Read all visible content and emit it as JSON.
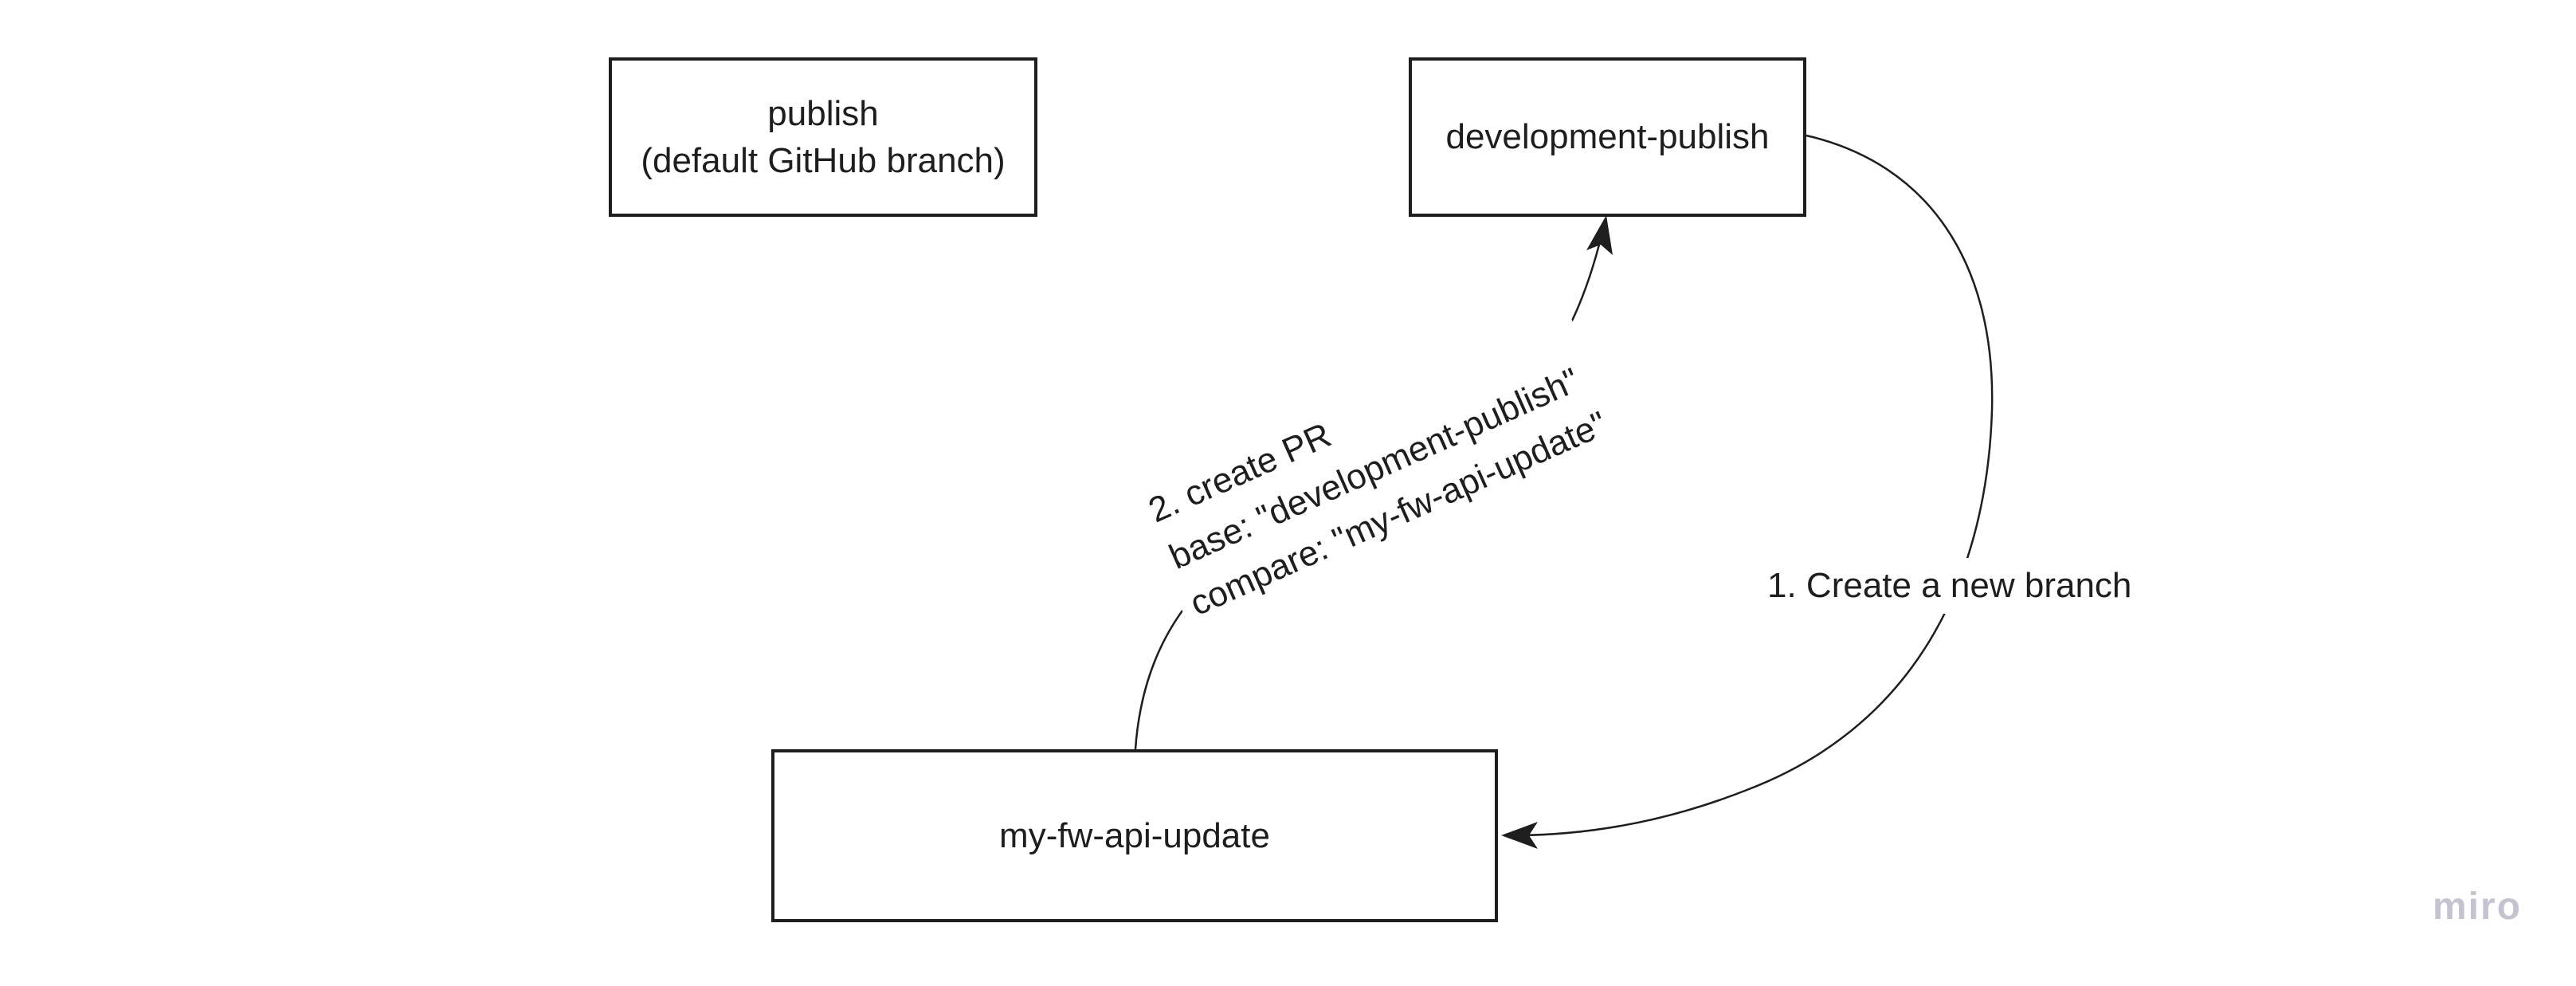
{
  "board": {
    "background": "#ffffff",
    "ink_color": "#1e1e1e",
    "watermark": {
      "text": "miro",
      "color": "#c4c3cf"
    }
  },
  "nodes": [
    {
      "id": "publish",
      "label_lines": [
        "publish",
        "(default GitHub branch)"
      ]
    },
    {
      "id": "development-publish",
      "label_lines": [
        "development-publish"
      ]
    },
    {
      "id": "my-fw-api-update",
      "label_lines": [
        "my-fw-api-update"
      ]
    }
  ],
  "edges": [
    {
      "id": "create-branch",
      "from": "development-publish",
      "to": "my-fw-api-update",
      "label": "1. Create a new branch"
    },
    {
      "id": "create-pr",
      "from": "my-fw-api-update",
      "to": "development-publish",
      "label_lines": [
        "2. create PR",
        "base: \"development-publish\"",
        "compare: \"my-fw-api-update\""
      ]
    }
  ]
}
